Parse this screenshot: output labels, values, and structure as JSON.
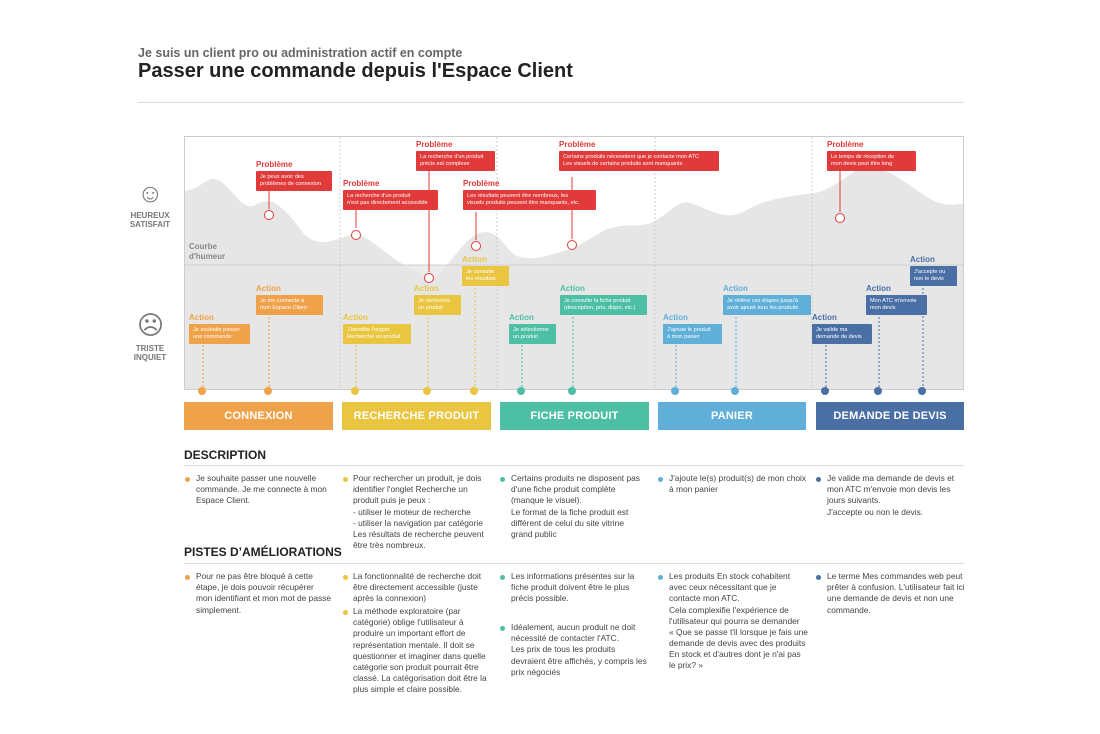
{
  "header": {
    "subtitle": "Je suis un client pro ou administration actif en compte",
    "title": "Passer une commande depuis l'Espace Client"
  },
  "mood": {
    "happy_label": "HEUREUX\nSATISFAIT",
    "sad_label": "TRISTE\nINQUIET",
    "curve_label": "Courbe\nd'humeur",
    "happy_icon": "smiley-happy-icon",
    "sad_icon": "smiley-sad-icon"
  },
  "colors": {
    "connexion": "#f0a24a",
    "recherche": "#e9c540",
    "fiche": "#4dbfa5",
    "panier": "#5fafd8",
    "devis": "#4a6fa5",
    "probleme": "#e03a3a"
  },
  "problems": [
    {
      "head": "Problème",
      "text": "Je peux avoir des\nproblèmes de connexion"
    },
    {
      "head": "Problème",
      "text": "La recherche d'un produit\nn'est pas directement accessible"
    },
    {
      "head": "Problème",
      "text": "La recherche d'un produit\nprécis est complexe"
    },
    {
      "head": "Problème",
      "text": "Les résultats peuvent être nombreux, les\nvisuels produits peuvent être manquants, etc."
    },
    {
      "head": "Problème",
      "text": "Certains produits nécessitent que je contacte mon ATC\nLes visuels de certains produits sont manquants"
    },
    {
      "head": "Problème",
      "text": "Le temps de réception de\nmon devis peut être long"
    }
  ],
  "actions": [
    {
      "head": "Action",
      "text": "Je souhaite passer\nune commande"
    },
    {
      "head": "Action",
      "text": "Je me connecte à\nmon Espace Client"
    },
    {
      "head": "Action",
      "text": "J'identifie l'onglet\nRecherche un produit"
    },
    {
      "head": "Action",
      "text": "Je recherche\nun produit"
    },
    {
      "head": "Action",
      "text": "Je consulte\nles résultats"
    },
    {
      "head": "Action",
      "text": "Je sélectionne\nun produit"
    },
    {
      "head": "Action",
      "text": "Je consulte la fiche produit\n(description, prix, dispo, etc.)"
    },
    {
      "head": "Action",
      "text": "J'ajoute le produit\nà mon panier"
    },
    {
      "head": "Action",
      "text": "Je réitère ces étapes jusqu'à\navoir ajouté tous les produits"
    },
    {
      "head": "Action",
      "text": "Je valide ma\ndemande de devis"
    },
    {
      "head": "Action",
      "text": "Mon ATC m'envoie\nmon devis"
    },
    {
      "head": "Action",
      "text": "J'accepte ou\nnon le devis"
    }
  ],
  "phases": [
    "CONNEXION",
    "RECHERCHE PRODUIT",
    "FICHE PRODUIT",
    "PANIER",
    "DEMANDE DE DEVIS"
  ],
  "description": {
    "title": "DESCRIPTION",
    "cols": [
      "Je souhaite passer une nouvelle\ncommande. Je me connecte à mon\nEspace Client.",
      "Pour rechercher un produit, je dois\nidentifier l'onglet Recherche un\nproduit puis je peux :\n- utiliser le moteur de recherche\n- utiliser la navigation par catégorie\nLes résultats de recherche peuvent\nêtre très nombreux.",
      "Certains produits ne disposent pas\nd'une fiche produit complète\n(manque le visuel).\nLe format de la fiche produit est\ndifférent de celui du site vitrine\ngrand public",
      "J'ajoute le(s) produit(s) de mon choix\nà mon panier",
      "Je valide ma demande de devis et\nmon ATC m'envoie mon devis les\njours suivants.\nJ'accepte ou non le devis."
    ]
  },
  "improvements": {
    "title": "PISTES D’AMÉLIORATIONS",
    "items": [
      "Pour ne pas être bloqué à cette\nétape, je dois pouvoir récupérer\nmon identifiant et mon mot de passe\nsimplement.",
      "La fonctionnalité de recherche doit\nêtre directement accessible (juste\naprès la connexion)",
      "La méthode exploratoire (par\ncatégorie) oblige l'utilisateur à\nproduire un important effort de\nreprésentation mentale. Il doit se\nquestionner et imaginer dans quelle\ncatégorie son produit pourrait être\nclassé. La catégorisation doit être la\nplus simple et claire possible.",
      "Les informations présentes sur la\nfiche produit doivent être le plus\nprécis possible.",
      "Idéalement, aucun produit ne doit\nnécessité de contacter l'ATC.\nLes prix de tous les produits\ndevraient être affichés, y compris les\nprix négociés",
      "Les produits En stock cohabitent\navec ceux nécessitant que je\ncontacte mon ATC.\nCela complexifie l'expérience de\nl'utilisateur qui pourra se demander\n« Que se passe t'il lorsque je fais une\ndemande de devis avec des produits\nEn stock et d'autres dont je n'ai pas\nle prix? »",
      "Le terme Mes commandes web peut\nprêter à confusion. L'utilisateur fait ici\nune demande de devis et non une\ncommande."
    ]
  }
}
